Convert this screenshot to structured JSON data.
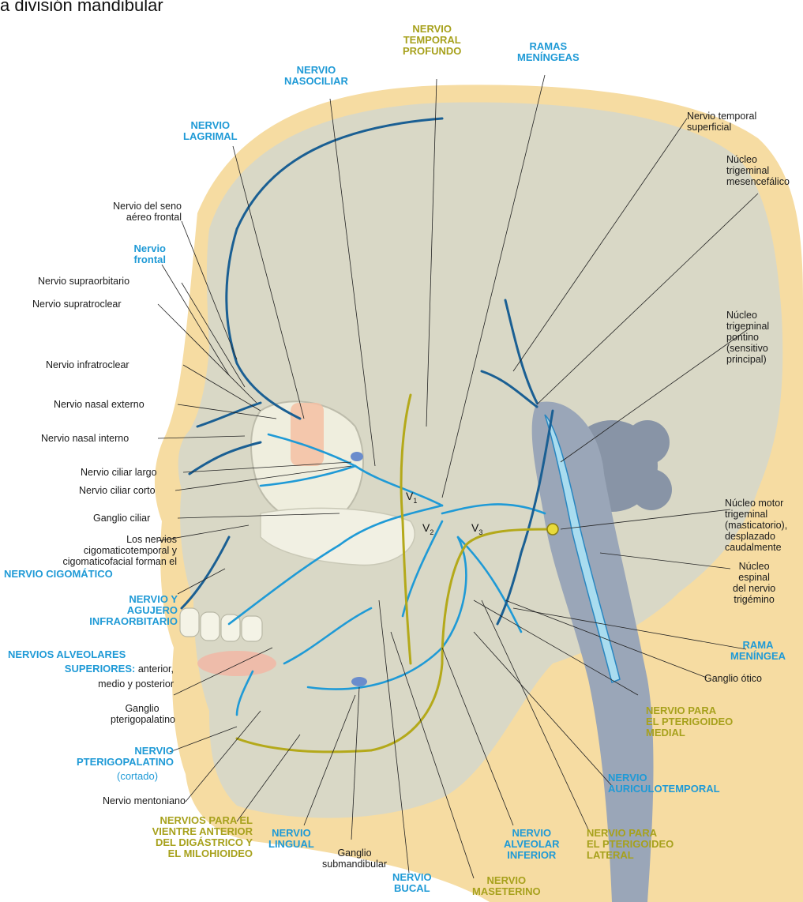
{
  "caption": "a división mandibular",
  "vlabels": {
    "v1": "V",
    "v1sub": "1",
    "v2": "V",
    "v2sub": "2",
    "v3": "V",
    "v3sub": "3"
  },
  "labels": {
    "temporal_profundo": "NERVIO\nTEMPORAL\nPROFUNDO",
    "ramas_meningeas": "RAMAS\nMENÍNGEAS",
    "nasociliar": "NERVIO\nNASOCILIAR",
    "lagrimal": "NERVIO\nLAGRIMAL",
    "temporal_superficial": "Nervio temporal\nsuperficial",
    "nucleo_mesencefalico": "Núcleo\ntrigeminal\nmesencefálico",
    "seno_frontal": "Nervio del seno\naéreo frontal",
    "frontal": "Nervio\nfrontal",
    "supraorbitario": "Nervio supraorbitario",
    "supratroclear": "Nervio supratroclear",
    "nucleo_pontino": "Núcleo\ntrigeminal\npontino\n(sensitivo\nprincipal)",
    "infratroclear": "Nervio infratroclear",
    "nasal_externo": "Nervio nasal externo",
    "nasal_interno": "Nervio nasal interno",
    "ciliar_largo": "Nervio ciliar largo",
    "ciliar_corto": "Nervio ciliar corto",
    "ganglio_ciliar": "Ganglio ciliar",
    "cigomaticos": "Los nervios\ncigomaticotemporal y\ncigomaticofacial forman el",
    "nervio_cigomatico": "NERVIO CIGOMÁTICO",
    "nucleo_motor": "Núcleo motor\ntrigeminal\n(masticatorio),\ndesplazado\ncaudalmente",
    "infraorbitario": "NERVIO Y\nAGUJERO\nINFRAORBITARIO",
    "nucleo_espinal": "Núcleo\nespinal\ndel nervio\ntrigémino",
    "rama_meningea": "RAMA\nMENÍNGEA",
    "alveolares_sup": "NERVIOS ALVEOLARES",
    "alveolares_sup2_bold": "SUPERIORES:",
    "alveolares_sup2_rest": " anterior,",
    "alveolares_sup3": "medio y posterior",
    "ganglio_otico": "Ganglio ótico",
    "ganglio_pterigopalatino": "Ganglio\npterigopalatino",
    "pterigoideo_medial": "NERVIO PARA\nEL PTERIGOIDEO\nMEDIAL",
    "pterigopalatino": "NERVIO\nPTERIGOPALATINO",
    "cortado": "(cortado)",
    "auriculotemporal": "NERVIO\nAURICULOTEMPORAL",
    "mentoniano": "Nervio mentoniano",
    "vientre_digastrico": "NERVIOS PARA EL\nVIENTRE ANTERIOR\nDEL DIGÁSTRICO Y\nEL MILOHIOIDEO",
    "lingual": "NERVIO\nLINGUAL",
    "ganglio_submandibular": "Ganglio\nsubmandibular",
    "alveolar_inferior": "NERVIO\nALVEOLAR\nINFERIOR",
    "pterigoideo_lateral": "NERVIO PARA\nEL PTERIGOIDEO\nLATERAL",
    "bucal": "NERVIO\nBUCAL",
    "maseterino": "NERVIO\nMASETERINO"
  },
  "colors": {
    "sensory_nerve": "#1f9ad6",
    "sensory_dark": "#1a5f93",
    "motor_nerve": "#b4a91a",
    "skull": "#d9d8c6",
    "skin": "#f6dca2",
    "brainstem": "#8894a6"
  }
}
